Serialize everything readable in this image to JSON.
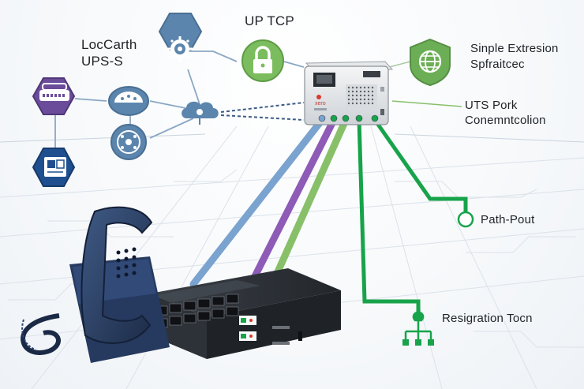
{
  "labels": {
    "local_line1": "LocCarth",
    "local_line2": "UPS-S",
    "up_tcp": "UP TCP",
    "ext_line1": "Sinple Extresion",
    "ext_line2": "Spfraitcec",
    "uts_line1": "UTS Pork",
    "uts_line2": "Conemntcolion",
    "path_pout": "Path-Pout",
    "registration": "Resigration Tocn"
  },
  "device_label": "xero",
  "colors": {
    "blue_line": "#7aa3cf",
    "purple_line": "#8e5bb7",
    "light_green_line": "#88c06a",
    "green_line": "#17a34a",
    "icon_blue": "#5b85ad",
    "icon_purple": "#6b4c9a",
    "icon_navy": "#1f4f8f",
    "icon_green": "#6cae55"
  },
  "icons": [
    "gear-icon",
    "router-icon",
    "scanner-icon",
    "tablet-icon",
    "cloud-icon",
    "lock-icon",
    "globe-shield-icon",
    "network-node-icon",
    "hierarchy-icon",
    "telephone",
    "network-switch"
  ]
}
